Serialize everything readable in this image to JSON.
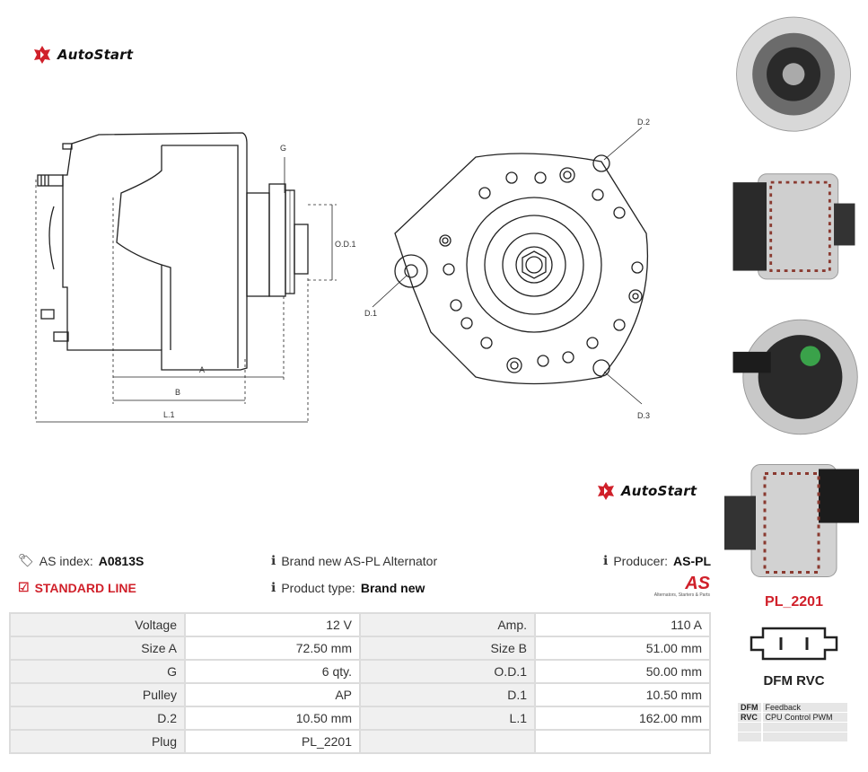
{
  "brand": {
    "name": "AutoStart"
  },
  "diagram_labels": {
    "g": "G",
    "od1": "O.D.1",
    "a": "A",
    "b": "B",
    "l1": "L.1",
    "d1": "D.1",
    "d2": "D.2",
    "d3": "D.3"
  },
  "info": {
    "as_index_label": "AS index:",
    "as_index_value": "A0813S",
    "standard_line": "STANDARD LINE",
    "description": "Brand new AS-PL Alternator",
    "product_type_label": "Product type:",
    "product_type_value": "Brand new",
    "producer_label": "Producer:",
    "producer_value": "AS-PL",
    "producer_logo_text": "AS",
    "producer_tagline": "Alternators, Starters & Parts"
  },
  "specs": [
    {
      "l1": "Voltage",
      "v1": "12 V",
      "l2": "Amp.",
      "v2": "110 A"
    },
    {
      "l1": "Size A",
      "v1": "72.50 mm",
      "l2": "Size B",
      "v2": "51.00 mm"
    },
    {
      "l1": "G",
      "v1": "6 qty.",
      "l2": "O.D.1",
      "v2": "50.00 mm"
    },
    {
      "l1": "Pulley",
      "v1": "AP",
      "l2": "D.1",
      "v2": "10.50 mm"
    },
    {
      "l1": "D.2",
      "v1": "10.50 mm",
      "l2": "L.1",
      "v2": "162.00 mm"
    },
    {
      "l1": "Plug",
      "v1": "PL_2201",
      "l2": "",
      "v2": ""
    }
  ],
  "plug": {
    "code": "PL_2201",
    "pins_label": "DFM RVC",
    "legend": [
      {
        "key": "DFM",
        "value": "Feedback"
      },
      {
        "key": "RVC",
        "value": "CPU Control PWM"
      },
      {
        "key": "",
        "value": ""
      },
      {
        "key": "",
        "value": ""
      }
    ]
  },
  "colors": {
    "accent": "#d0202a",
    "table_label_bg": "#f0f0f0",
    "table_border": "#dcdcdc"
  },
  "icons": [
    "autostart-logo-icon",
    "tag-icon",
    "info-icon",
    "checkbox-icon",
    "plug-connector-icon"
  ]
}
